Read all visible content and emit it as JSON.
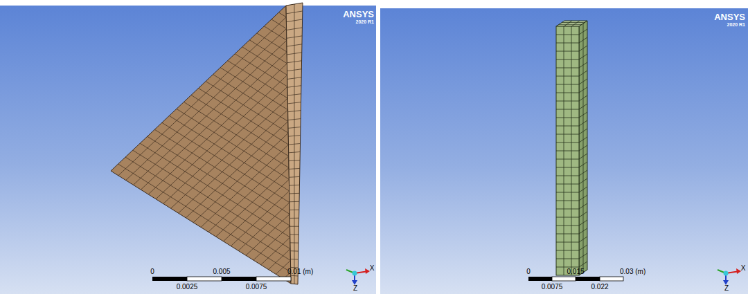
{
  "diagram": {
    "labels": [
      "ANSYS",
      "2020 R1",
      "0",
      "0.005",
      "0.01 (m)",
      "0.0025",
      "0.0075",
      "X",
      "Z",
      "ANSYS",
      "2020 R1",
      "0",
      "0.015",
      "0.03 (m)",
      "0.0075",
      "0.022",
      "X",
      "Z"
    ]
  }
}
